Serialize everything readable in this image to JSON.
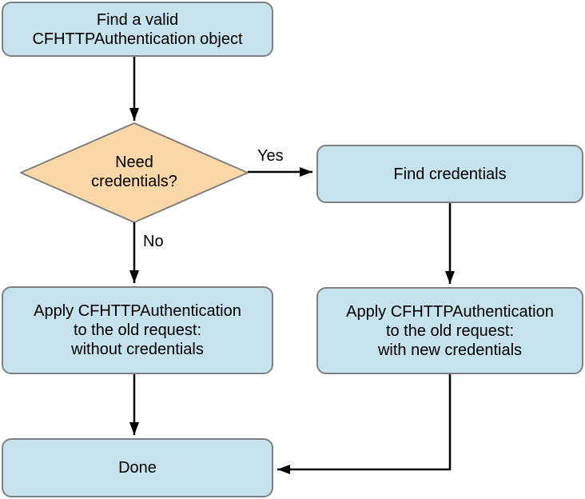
{
  "diagram_type": "flowchart",
  "nodes": {
    "find_valid": {
      "type": "process",
      "line1": "Find a valid",
      "line2": "CFHTTPAuthentication object"
    },
    "need_credentials": {
      "type": "decision",
      "line1": "Need",
      "line2": "credentials?"
    },
    "find_credentials": {
      "type": "process",
      "label": "Find credentials"
    },
    "apply_without": {
      "type": "process",
      "line1": "Apply CFHTTPAuthentication",
      "line2": "to the old request:",
      "line3": "without credentials"
    },
    "apply_with": {
      "type": "process",
      "line1": "Apply CFHTTPAuthentication",
      "line2": "to the old request:",
      "line3": "with new credentials"
    },
    "done": {
      "type": "process",
      "label": "Done"
    }
  },
  "edges": [
    {
      "from": "find_valid",
      "to": "need_credentials",
      "label": ""
    },
    {
      "from": "need_credentials",
      "to": "find_credentials",
      "label": "Yes"
    },
    {
      "from": "need_credentials",
      "to": "apply_without",
      "label": "No"
    },
    {
      "from": "find_credentials",
      "to": "apply_with",
      "label": ""
    },
    {
      "from": "apply_without",
      "to": "done",
      "label": ""
    },
    {
      "from": "apply_with",
      "to": "done",
      "label": ""
    }
  ],
  "colors": {
    "process_fill": "#c6e3ed",
    "decision_fill": "#fad7a7",
    "node_border": "#808080",
    "arrow": "#000000",
    "text": "#000000",
    "background": "#ffffff"
  }
}
